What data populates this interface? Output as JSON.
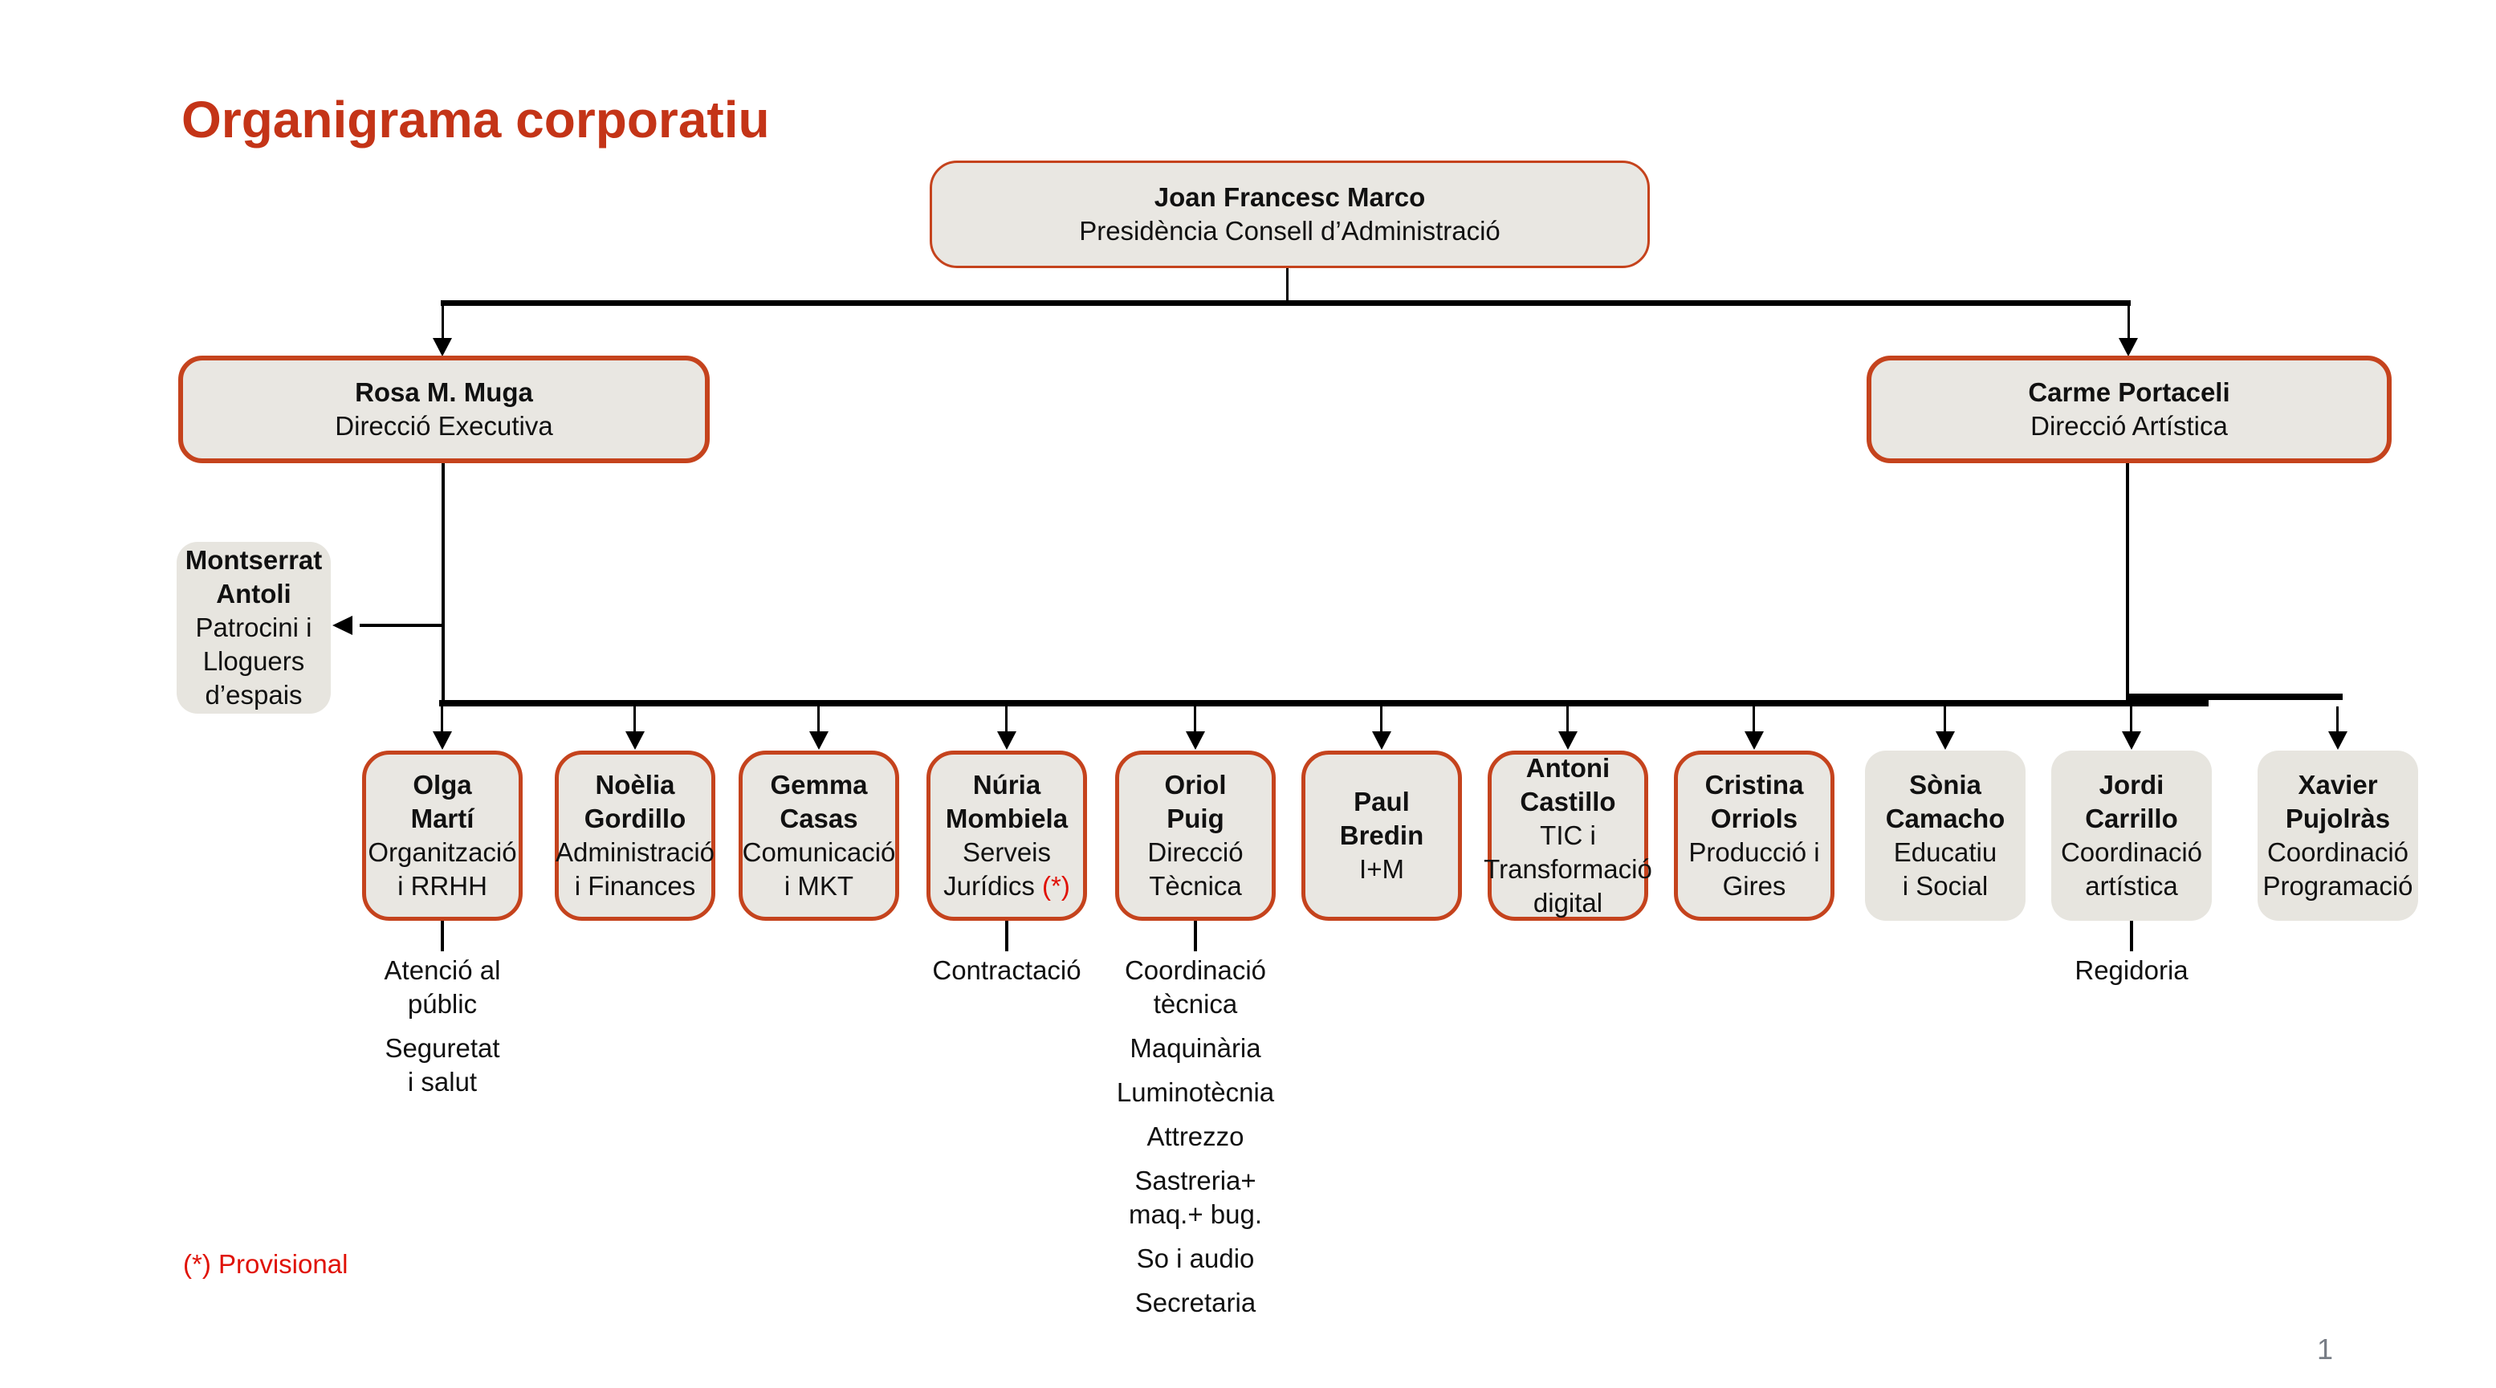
{
  "slide": {
    "title": "Organigrama corporatiu",
    "footnote": "(*) Provisional",
    "page_number": "1"
  },
  "org": {
    "root": {
      "name": "Joan Francesc Marco",
      "role": "Presidència Consell d’Administració"
    },
    "executive": {
      "name": "Rosa M. Muga",
      "role": "Direcció Executiva"
    },
    "artistic": {
      "name": "Carme Portaceli",
      "role": "Direcció Artística"
    },
    "staff": {
      "name": "Montserrat\nAntoli",
      "role": "Patrocini i\nLloguers\nd’espais"
    },
    "departments": [
      {
        "name": "Olga\nMartí",
        "role": "Organització\ni RRHH",
        "accent": true,
        "children": [
          "Atenció al\npúblic",
          "Seguretat\ni salut"
        ]
      },
      {
        "name": "Noèlia\nGordillo",
        "role": "Administració\ni Finances",
        "accent": true,
        "children": []
      },
      {
        "name": "Gemma\nCasas",
        "role": "Comunicació\ni MKT",
        "accent": true,
        "children": []
      },
      {
        "name": "Núria\nMombiela",
        "role": "Serveis\nJurídics",
        "role_note": "(*)",
        "accent": true,
        "children": [
          "Contractació"
        ]
      },
      {
        "name": "Oriol\nPuig",
        "role": "Direcció\nTècnica",
        "accent": true,
        "children": [
          "Coordinació\ntècnica",
          "Maquinària",
          "Luminotècnia",
          "Attrezzo",
          "Sastreria+\nmaq.+ bug.",
          "So i audio",
          "Secretaria"
        ]
      },
      {
        "name": "Paul\nBredin",
        "role": "I+M",
        "accent": true,
        "children": []
      },
      {
        "name": "Antoni\nCastillo",
        "role": "TIC i\nTransformació\ndigital",
        "accent": true,
        "children": []
      },
      {
        "name": "Cristina\nOrriols",
        "role": "Producció i\nGires",
        "accent": true,
        "children": []
      },
      {
        "name": "Sònia\nCamacho",
        "role": "Educatiu\ni Social",
        "accent": false,
        "children": []
      },
      {
        "name": "Jordi\nCarrillo",
        "role": "Coordinació\nartística",
        "accent": false,
        "children": [
          "Regidoria"
        ]
      },
      {
        "name": "Xavier\nPujolràs",
        "role": "Coordinació\nProgramació",
        "accent": false,
        "children": []
      }
    ]
  },
  "colors": {
    "accent_border": "#C5431D",
    "title_red": "#C43417",
    "note_red": "#E01207",
    "box_fill": "#E9E7E2",
    "plain_fill": "#E7E5DF",
    "page_number_gray": "#787D86"
  }
}
